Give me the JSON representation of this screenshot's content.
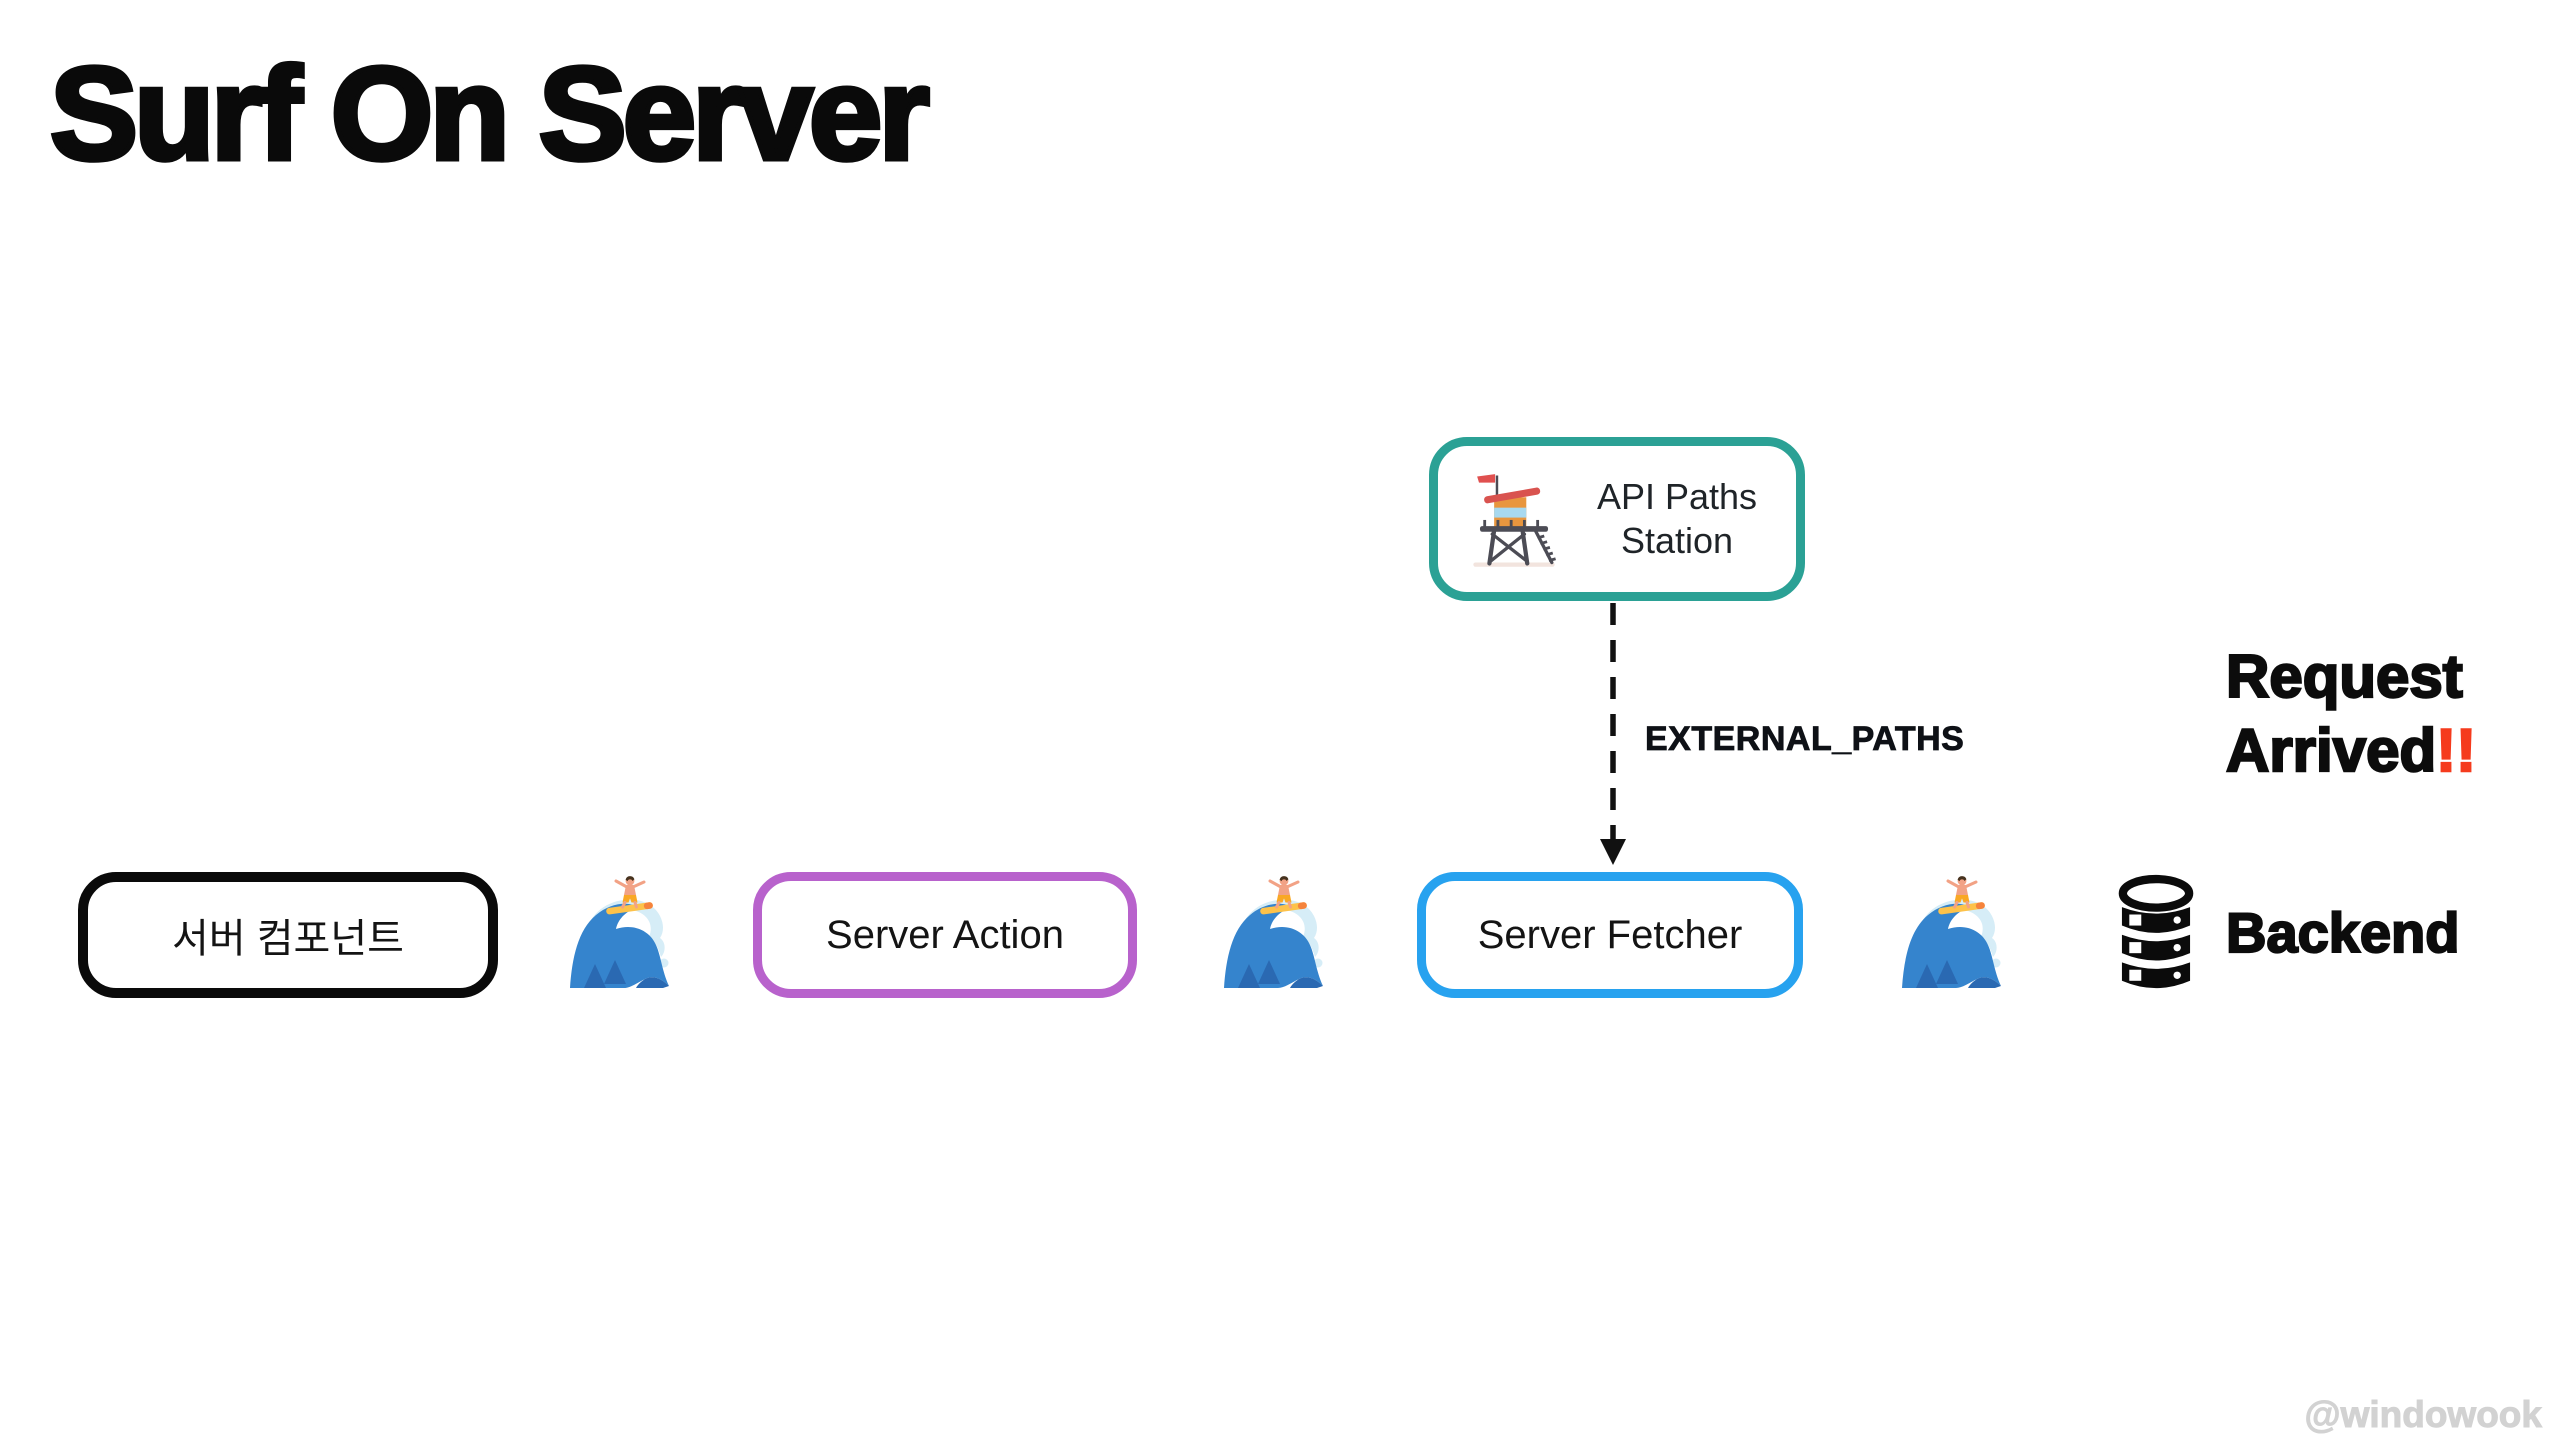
{
  "title": "Surf On Server",
  "watermark": "@windowook",
  "nodes": {
    "server_component": "서버 컴포넌트",
    "server_action": "Server Action",
    "server_fetcher": "Server Fetcher"
  },
  "station": {
    "label": "API Paths Station"
  },
  "edge": {
    "label": "EXTERNAL_PATHS",
    "style": "dashed-arrow-down"
  },
  "backend": {
    "label": "Backend"
  },
  "callout": {
    "line1": "Request",
    "line2": "Arrived",
    "bang": "!!"
  },
  "icons": {
    "station": "lifeguard-station-icon",
    "wave": "wave-surfer-icon",
    "database": "database-icon",
    "arrow": "dashed-down-arrow"
  },
  "colors": {
    "black_border": "#0a0a0a",
    "purple_border": "#b862cc",
    "blue_border": "#27a2ef",
    "teal_border": "#2ba195",
    "alert_red": "#f53b1d",
    "watermark_gray": "#d2d2d2"
  }
}
